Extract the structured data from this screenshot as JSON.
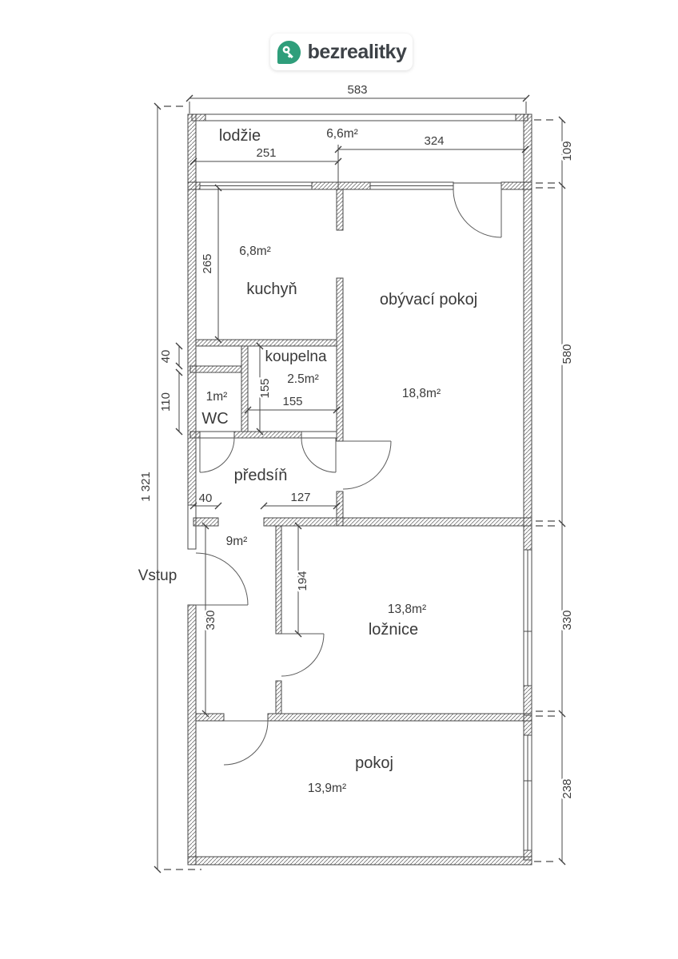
{
  "logo": {
    "brand": "bezrealitky",
    "icon": "pin-key-icon"
  },
  "entrance_label": "Vstup",
  "rooms": {
    "lodzie": {
      "name": "lodžie",
      "area": "6,6m²"
    },
    "kuchyn": {
      "name": "kuchyň",
      "area": "6,8m²"
    },
    "obyvaci": {
      "name": "obývací pokoj",
      "area": "18,8m²"
    },
    "koupelna": {
      "name": "koupelna",
      "area": "2.5m²"
    },
    "wc": {
      "name": "WC",
      "area": "1m²"
    },
    "predsin": {
      "name": "předsíň",
      "area": "9m²"
    },
    "loznice": {
      "name": "ložnice",
      "area": "13,8m²"
    },
    "pokoj": {
      "name": "pokoj",
      "area": "13,9m²"
    }
  },
  "dims": {
    "top_width": "583",
    "lodzie_seg_left": "251",
    "lodzie_seg_right": "324",
    "total_height": "1 321",
    "lodzie_depth": "109",
    "upper_height": "580",
    "loznice_height": "330",
    "pokoj_height": "238",
    "kuchyn_height": "265",
    "shaft_height": "40",
    "wc_height": "110",
    "koupelna_height": "155",
    "koupelna_width": "155",
    "entry_pier": "40",
    "hall_opening": "127",
    "hall_height": "330",
    "loznice_wall": "194"
  },
  "colors": {
    "brand_green": "#2f9e7b",
    "line": "#4a4a4a",
    "text": "#3a3a3a"
  }
}
